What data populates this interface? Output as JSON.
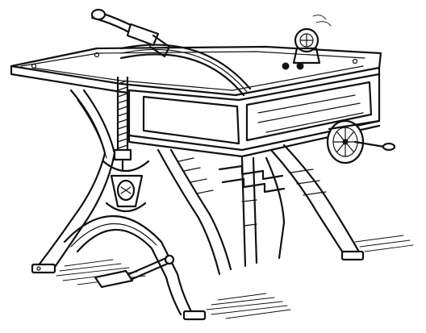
{
  "image": {
    "kind": "engraved line illustration",
    "colors": {
      "ink": "#111111",
      "paper": "#ffffff"
    },
    "parts": [
      "table-top",
      "lever-handle",
      "curved-beam",
      "screw-post",
      "hand-wheel",
      "gear-crown",
      "cast-iron-frame",
      "foot-treadle"
    ]
  }
}
